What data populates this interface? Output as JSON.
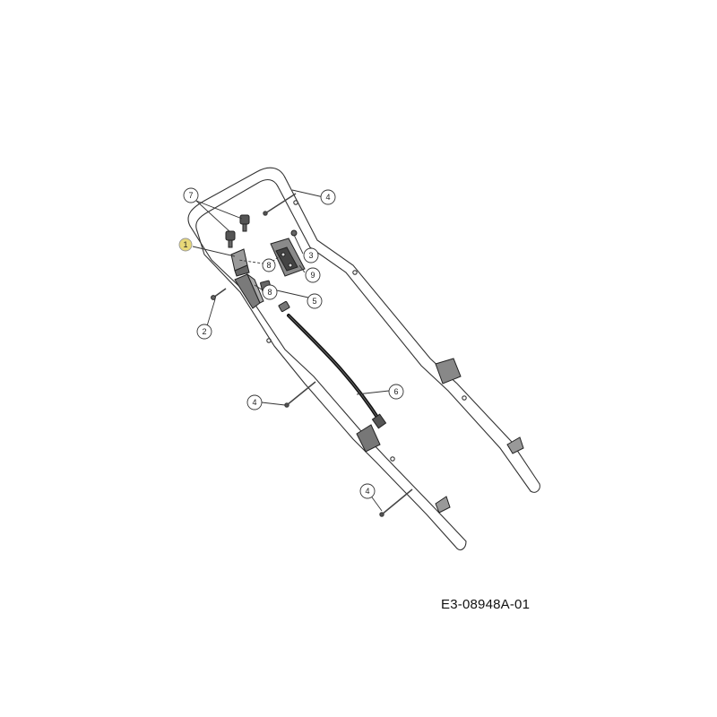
{
  "drawing_number": "E3-08948A-01",
  "callouts": [
    {
      "id": "c7",
      "label": "7",
      "part": "knob-screw"
    },
    {
      "id": "c1",
      "label": "1",
      "part": "cable-clip",
      "highlight": "#e8d878"
    },
    {
      "id": "c8a",
      "label": "8",
      "part": "handle-bracket"
    },
    {
      "id": "c3",
      "label": "3",
      "part": "nut"
    },
    {
      "id": "c9",
      "label": "9",
      "part": "control-box"
    },
    {
      "id": "c8b",
      "label": "8",
      "part": "handle-bracket"
    },
    {
      "id": "c5",
      "label": "5",
      "part": "clip"
    },
    {
      "id": "c2",
      "label": "2",
      "part": "screw"
    },
    {
      "id": "c6",
      "label": "6",
      "part": "bowden-cable"
    },
    {
      "id": "c4a",
      "label": "4",
      "part": "bolt"
    },
    {
      "id": "c4b",
      "label": "4",
      "part": "bolt"
    },
    {
      "id": "c4c",
      "label": "4",
      "part": "bolt"
    }
  ]
}
